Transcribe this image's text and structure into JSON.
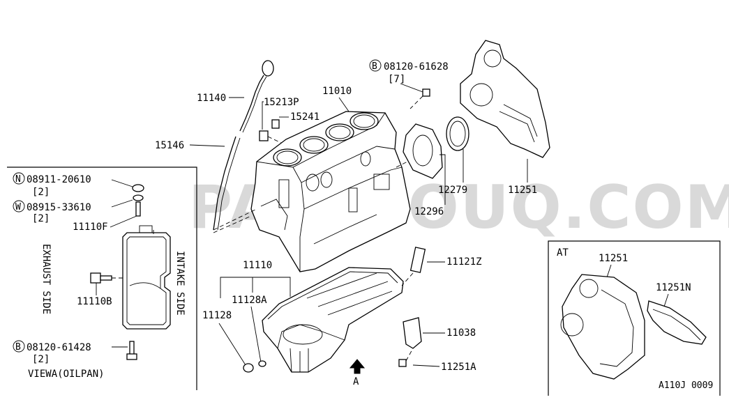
{
  "watermark": "PARTSOUQ.COM",
  "diagram_code": "A110J 0009",
  "parts": {
    "p11140": "11140",
    "p15213P": "15213P",
    "p15241": "15241",
    "p11010": "11010",
    "p15146": "15146",
    "p08120_61628": "08120-61628",
    "p08120_61628_qty": "[7]",
    "p12279": "12279",
    "p11251": "11251",
    "p12296": "12296",
    "p11110": "11110",
    "p11121Z": "11121Z",
    "p11128A": "11128A",
    "p11128": "11128",
    "p11038": "11038",
    "p11251A": "11251A",
    "view_a": "A"
  },
  "inset_oilpan": {
    "n_bolt": "08911-20610",
    "n_bolt_qty": "[2]",
    "w_washer": "08915-33610",
    "w_washer_qty": "[2]",
    "gasket": "11110F",
    "bolt": "11110B",
    "b_bolt": "08120-61428",
    "b_bolt_qty": "[2]",
    "exhaust_side": "EXHAUST SIDE",
    "intake_side": "INTAKE SIDE",
    "view_caption": "VIEWA(OILPAN)"
  },
  "inset_at": {
    "title": "AT",
    "plate": "11251",
    "cover": "11251N"
  },
  "prefix_markers": {
    "b": "B",
    "n": "N",
    "w": "W"
  }
}
